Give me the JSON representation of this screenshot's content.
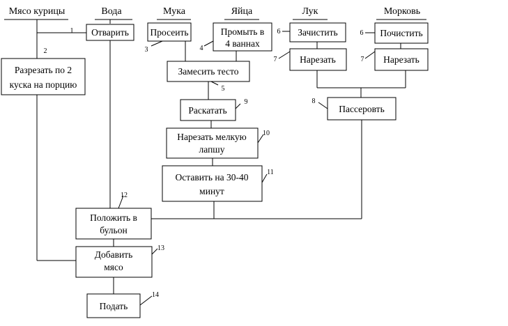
{
  "ingredients": {
    "chicken": "Мясо курицы",
    "water": "Вода",
    "flour": "Мука",
    "eggs": "Яйца",
    "onion": "Лук",
    "carrot": "Морковь"
  },
  "steps": {
    "boil": {
      "num": "1",
      "lines": [
        "Отварить"
      ]
    },
    "cut_meat": {
      "num": "2",
      "lines": [
        "Разрезать по 2",
        "куска на порцию"
      ]
    },
    "sift": {
      "num": "3",
      "lines": [
        "Просеить"
      ]
    },
    "wash_eggs": {
      "num": "4",
      "lines": [
        "Промыть в",
        "4 ваннах"
      ]
    },
    "knead": {
      "num": "5",
      "lines": [
        "Замесить тесто"
      ]
    },
    "peel_onion": {
      "num": "6",
      "lines": [
        "Зачистить"
      ]
    },
    "peel_carrot": {
      "num": "6",
      "lines": [
        "Почистить"
      ]
    },
    "chop_onion": {
      "num": "7",
      "lines": [
        "Нарезать"
      ]
    },
    "chop_carrot": {
      "num": "7",
      "lines": [
        "Нарезать"
      ]
    },
    "saute": {
      "num": "8",
      "lines": [
        "Пассеровть"
      ]
    },
    "roll": {
      "num": "9",
      "lines": [
        "Раскатать"
      ]
    },
    "cut_noodles": {
      "num": "10",
      "lines": [
        "Нарезать мелкую",
        "лапшу"
      ]
    },
    "rest": {
      "num": "11",
      "lines": [
        "Оставить на 30-40",
        "минут"
      ]
    },
    "to_broth": {
      "num": "12",
      "lines": [
        "Положить в",
        "бульон"
      ]
    },
    "add_meat": {
      "num": "13",
      "lines": [
        "Добавить",
        "мясо"
      ]
    },
    "serve": {
      "num": "14",
      "lines": [
        "Подать"
      ]
    }
  }
}
